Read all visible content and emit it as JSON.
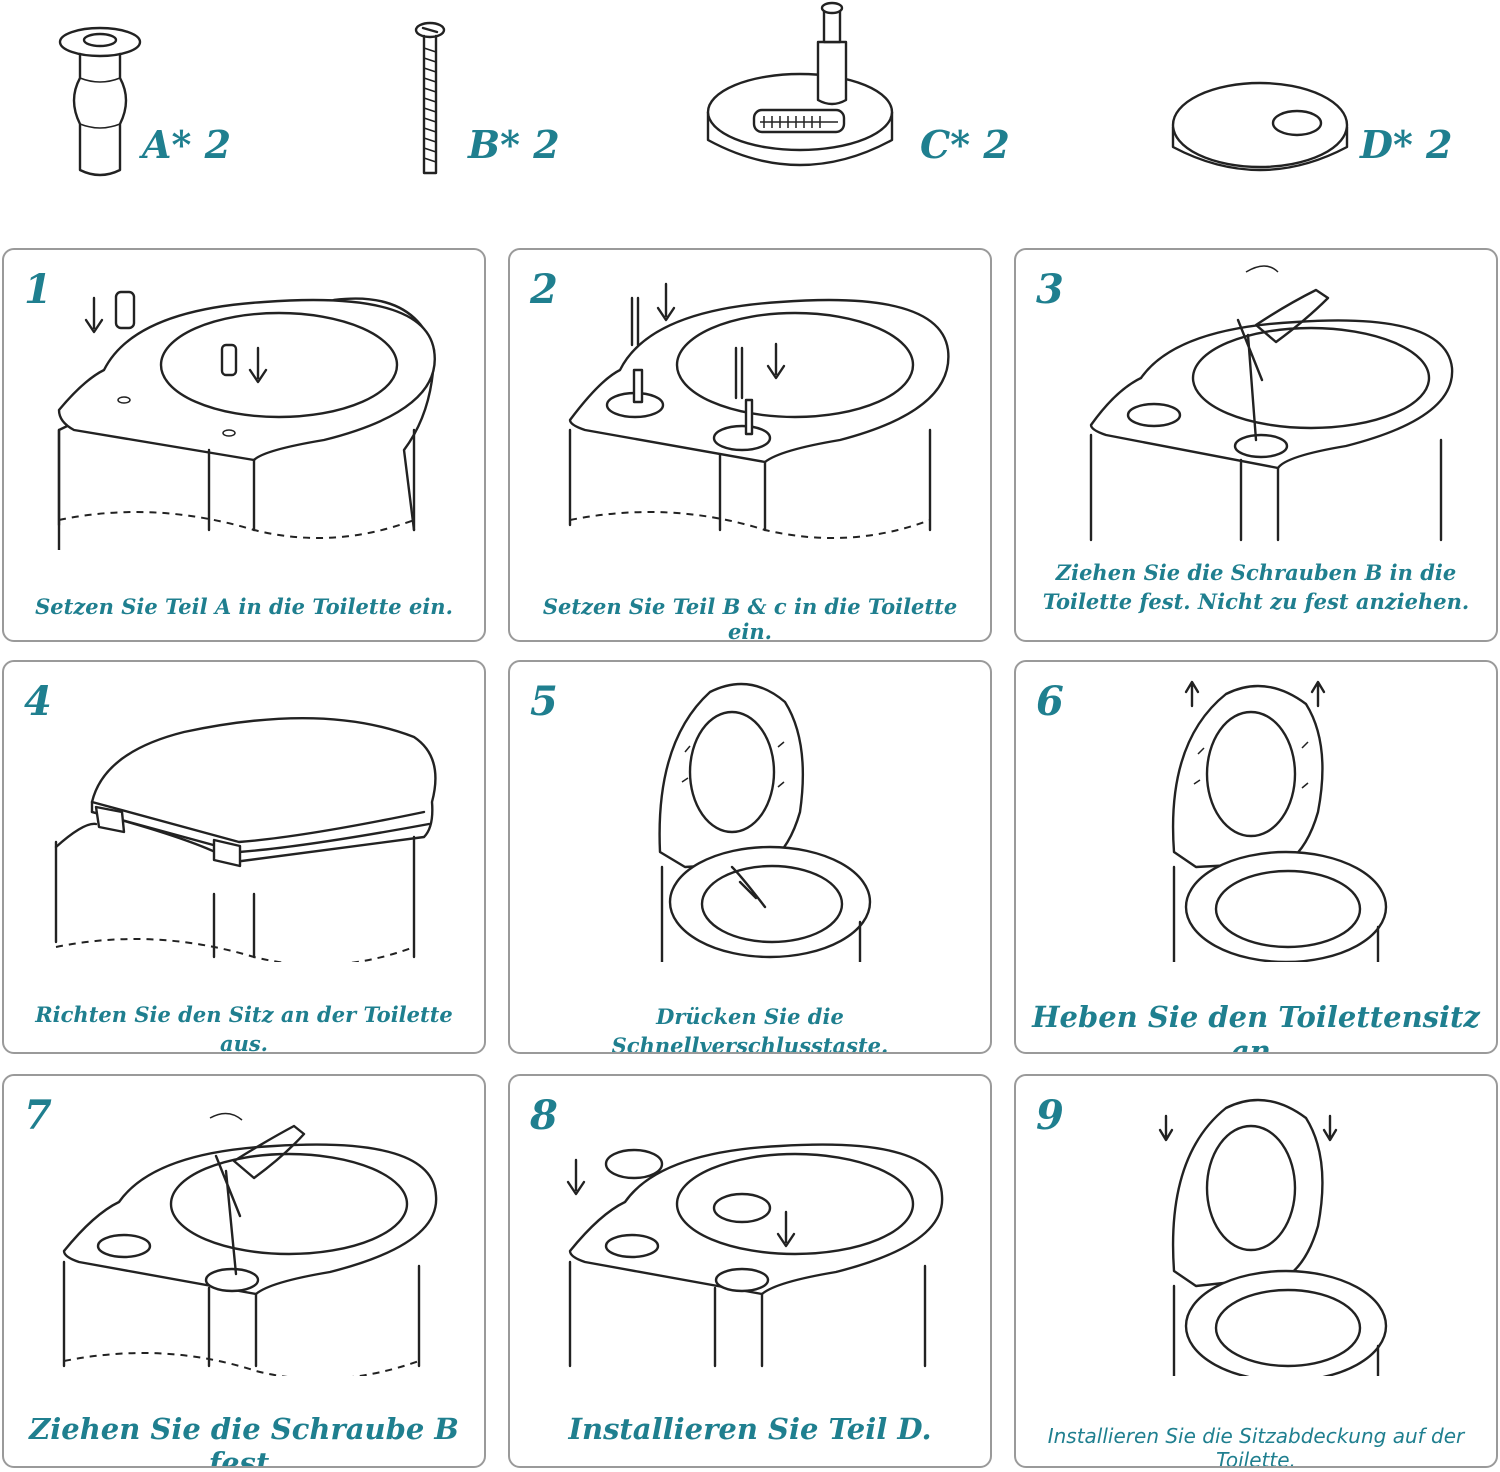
{
  "parts": [
    {
      "id": "A",
      "label": "A* 2"
    },
    {
      "id": "B",
      "label": "B* 2"
    },
    {
      "id": "C",
      "label": "C* 2"
    },
    {
      "id": "D",
      "label": "D* 2"
    }
  ],
  "steps": [
    {
      "number": "1",
      "caption": "Setzen Sie Teil A in die Toilette ein."
    },
    {
      "number": "2",
      "caption": "Setzen Sie Teil B & c in die Toilette ein."
    },
    {
      "number": "3",
      "caption": "Ziehen Sie die Schrauben B in die Toilette fest. Nicht zu fest anziehen."
    },
    {
      "number": "4",
      "caption": "Richten Sie den Sitz an der Toilette aus."
    },
    {
      "number": "5",
      "caption": "Drücken Sie die Schnellverschlusstaste."
    },
    {
      "number": "6",
      "caption": "Heben Sie den Toilettensitz an."
    },
    {
      "number": "7",
      "caption": "Ziehen Sie die Schraube B fest."
    },
    {
      "number": "8",
      "caption": "Installieren Sie Teil D."
    },
    {
      "number": "9",
      "caption": "Installieren Sie die Sitzabdeckung auf der Toilette."
    }
  ],
  "colors": {
    "accent": "#1f7f8f",
    "line": "#222222",
    "border": "#9a9a9a"
  }
}
